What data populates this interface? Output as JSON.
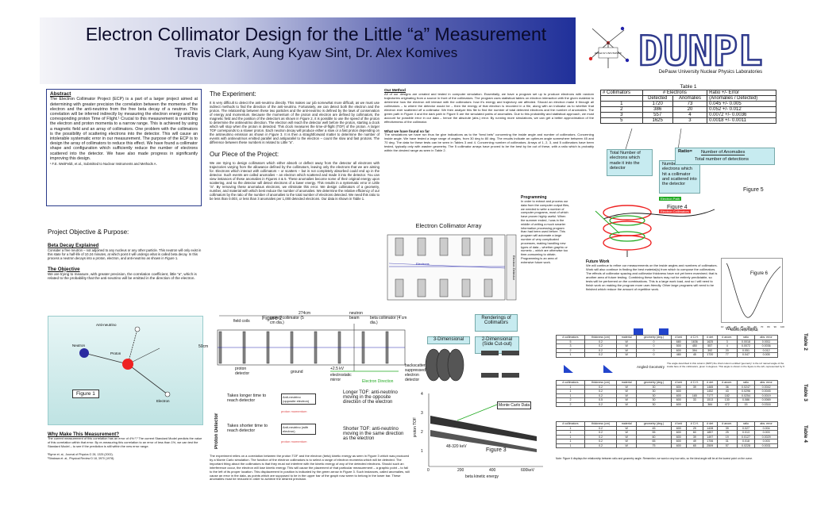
{
  "header": {
    "title": "Electron Collimator Design for the Little “a” Measurement",
    "authors": "Travis Clark, Aung Kyaw Sint, Dr. Alex Komives",
    "logo_text": "DUNPL",
    "lab_name": "DePauw University Nuclear Physics Laboratories",
    "emblem_text": "DEPAUW UNIVERSITY"
  },
  "abstract": {
    "heading": "Abstract",
    "body": "The Electron Collimator Project (ECP) is a part of a larger project aimed at determining with greater precision the correlation between the momenta of the electron and the anti-neutrino from the free beta decay of a neutron. This correlation will be inferred indirectly by measuring the electron energy and the corresponding proton Time of Flight.¹ Crucial to this measurement is restricting the electron and proton momenta to a narrow range. This is achieved by using a magnetic field and an array of collimators. One problem with the collimators is the possibility of scattering electrons into the detector. This will cause an intolerable systematic error in our measurement. The purpose of the ECP is to design the array of collimators to reduce this effect. We have found a collimator shape and configuration which sufficiently reduce the number of electrons scattered into the detector. We have also made progress in significantly improving this design.",
    "footnote": "¹ F.E. WeitFeldt, et al., Submitted to Nuclear Instruments and Methods A."
  },
  "objective": {
    "heading": "Project Objective & Purpose:",
    "beta_heading": "Beta Decay Explained",
    "beta_body": "Consider a free neutron – not adjoined to any nucleus or any other particle. This neutron will only exist in this state for a half-life of 10.24 minutes, at which point it will undergo what is called beta decay. In this process a neutron decays into a proton, electron, and anti-neutrino as shown in Figure 1.",
    "obj_heading": "The Objective",
    "obj_body": "We are trying to measure, with greater precision, the correlation coefficient, little “a”, which is related to the probability that the anti-neutrino will be emitted in the direction of the electron.",
    "fig1_labels": [
      "Anti-neutrino",
      "Neutron",
      "Proton",
      "Electron"
    ],
    "fig1_caption": "Figure 1",
    "why_heading": "Why Make This Measurement?",
    "why_body": "The current measurement of this correlation has an error of 4%.²,³ The current Standard Model predicts the value of this correlation within that error. By re-measuring this correlation to an error of less than 1%, we can test the Standard Model – to see if the prediction is still within the new error range.",
    "refs": [
      "²Byrne et. al., Journal of Physics G 28, 1325 (2002).",
      "³Stratowa et. al., Physical Review D 18, 3970 (1978)."
    ]
  },
  "experiment": {
    "heading": "The Experiment:",
    "body": "It is very difficult to detect the anti-neutrino directly. This makes our job somewhat more difficult, as we must use indirect methods to find the direction of the anti-neutrino. Fortunately, we can detect both the electron and the proton. The relationship between these two particles and the anti-neutrino is defined by the laws of conservation of energy and momentum. Because the momentum of the proton and electron are defined by collimators, the magnetic field and the position of the detectors as shown in Figure 2, it is possible to use the speed of the proton to determine the antineutrino direction. The electron will reach the detector well before the proton, starting a clock which will stop when the proton is detected. This clock measures the time-of-flight (TOF) of the proton. A larger TOF corresponds to a slower proton. Each neutron decay will produce either a slow or a fast proton depending on the antineutrino emission as shown in Figure 3. It is then a straightforward matter to determine the number of events with antineutrinos emitted parallel and antiparallel to the electron – count the slow and fast protons. The difference between these numbers is related to Little “a”.",
    "piece_heading": "Our Piece of the Project:",
    "piece_body": "We are trying to design collimators which either absorb or deflect away from the detector all electrons with trajectories varying from the allowance defined by the collimators, leaving only the electrons that we are aiming for. Electrons which interact with collimators – or scatters – but is not completely absorbed could end up in the detector. Such events are called anomalies – an electron which scattered and made it into the detector. You can view instances of these anomalies in Figures 4 & 5. These anomalies become some of their original energy upon scattering, and so the detector will detect electrons of a lower energy. This results in a systematic error in Little “a”. By removing these anomalous electrons, we eliminate this error. We design collimators of a geometry, number, and material with which best reduce the number of anomalies. We determine the relative efficiency of our collimators by the ratio of the number of anomalies to the total number of electrons detected. We need this ratio to be less than 0.003, or less than 3 anomalies per 1,000 detected electrons. Our data is shown in Table 1."
  },
  "method": {
    "heading": "Our Method",
    "body": "All of our designs are created and tested in computer simulation. Essentially, we have a program set up to produce electrons with random trajectories originating from a source in front of the collimators. The program uses statistical tables on electron interaction with the given material to determine how the electron will interact with the collimators: how it's energy and trajectory are affected. Should an electron make it through all collimators – to where the detector would be – then the energy of that electron is recorded in a file, along with an indicator as to whether that electron ever scattered off a collimator. We then analyze this file to find the number of total detected electrons and the number of anomalies. The green path in Figure 4 and the dark path in Figure 5 are the simulated paths of anomalies. Due to this probability and statistical approach, we must account for possible error in our data – hence the absolute (abs.) error. By running more simulations, we can get a better approximation of the effectiveness of the collimator.",
    "found_heading": "What we have found so far",
    "found_body": "The simulations we have run thus far give indications as to the “best bets” concerning the inside angle and number of collimators. Concerning inside angle. We have tested a large range of angles, from 30 deg to 80 deg. The results indicate an optimum angle somewhere between 45 and 70 deg. The data for these tests can be seen in Tables 3 and 4. Concerning number of collimators. Arrays of 1, 2, 3, and 5 collimators have been tested, typically only with washer geometry. The 5 collimator arrays have proved to be the best by far out of these, with a ratio which is probably within the desired range as seen in Table 2."
  },
  "table1": {
    "caption": "Table 1",
    "headers": [
      "# Collimators",
      "# Electrons",
      "Ratio +/- Error"
    ],
    "subheaders": [
      "",
      "Detected",
      "Anomalies",
      "(Anomalies / Detected)"
    ],
    "rows": [
      [
        "1",
        "1720",
        "73",
        "0.045 +/- 0.005"
      ],
      [
        "2",
        "386",
        "20",
        "0.052 +/- 0.012"
      ],
      [
        "3",
        "557",
        "4",
        "0.0072 +/- 0.0036"
      ],
      [
        "5",
        "1625",
        "3",
        "0.0018 +/- 0.0011"
      ]
    ],
    "note_total": "Total Number of electrons which made it into the detector",
    "note_collimator": "Number of electrons which hit a collimator and scattered into the detector",
    "ratio_label": "Ratio=",
    "ratio_num": "Number of Anomalies",
    "ratio_den": "Total number of detections"
  },
  "programming": {
    "heading": "Programming",
    "body": "In order to extract and process our data from the computer output files, we needed to write a number of computer programs, most of which have proven highly useful. When the summer ended, I was in the middle of writing a much smarter information processing program than had been used before. This program will automate a large number of very complicated processes, making handling new types of data – whether graphic or numeric – which are otherwise too time-consuming to obtain. Programming is an area of extensive future work."
  },
  "future": {
    "heading": "Future Work",
    "body": "We will continue to refine our measurements on the inside angles and numbers of collimators. Work will also continue in finding the best material(s) from which to compose the collimators. The effects of collimator spacing and collimator thickness have not yet been examined; that is another area of future testing. Combining these factors may not be entirely predictable, so tests will be performed on the combinations. This is a large work load, and so I will need to finish work on making the program more user-friendly. Other large programs will need to be finished which reduce the amount of repetitive work."
  },
  "figures": {
    "array_title": "Electron Collimator Array",
    "array_side": "Electron Detector",
    "array_electrons": "Electrons",
    "fig4": "Figure 4",
    "fig5": "Figure 5",
    "fig5_tags": [
      "Electron Path",
      "Electron Collimators"
    ],
    "fig6": "Figure 6",
    "fig6_xlabel": "Geometry angle (degrees)",
    "fig6_ticks": [
      "10",
      "20",
      "30",
      "40",
      "50",
      "60",
      "70",
      "80",
      "90",
      "100"
    ],
    "fig2": "Figure 2",
    "fig2_labels": {
      "dim_top": "274cm",
      "dim_side": "50cm",
      "field_coils": "field coils",
      "proton_coll": "proton collimator (5 cm dia.)",
      "neutron_beam": "neutron beam",
      "beta_coll": "beta collimator (4 cm dia.)",
      "proton_det": "proton detector",
      "ground": "ground",
      "kv": "+2.5 kV",
      "mirror": "electrostatic mirror",
      "e_dir": "Electron Direction",
      "backscatter": "backscatter suppressed electron detector"
    },
    "renderings": "Renderings of Collimators",
    "three_d": "3-Dimensional",
    "two_d": "2-Dimensional (Side Cut-out)",
    "washer": "Washer Geometry",
    "angled": "Angled Geometry",
    "angled_note": "The angle described in this column (DWT) the chart column entitled 'geometry' is the ref named angle of the inside face of the collimators, given in degrees. This angle is shown in the figure to the left, represented by θ."
  },
  "fig3": {
    "caption": "Figure 3",
    "mc": "Monte Carlo Data",
    "energy": "48-320 keV",
    "xlabel": "beta kinetic energy",
    "ylabel": "proton TOF",
    "xticks": [
      "0",
      "200",
      "400",
      "600keV"
    ],
    "yticks": [
      "4",
      "3",
      "2",
      "1"
    ],
    "side": "Proton Detector",
    "longer": "Takes longer time to reach detector",
    "shorter": "Takes shorter time to reach detector",
    "anti_opp": "Anti-neutrino (opposite electron)",
    "anti_with": "Anti-neutrino (with electron)",
    "proton_momentum": "proton momentum",
    "longer_tof": "Longer TOF: anti-neutrino moving in the opposite direction of the electron",
    "shorter_tof": "Shorter TOF: anti-neutrino moving in the same direction as the electron",
    "bottom_text": "The experiment relies on a correlation between the proton TOF and the electron (beta) kinetic energy as seen in Figure 3 which was produced by a Monte Carlo simulation. The function of the electron collimators is to select a range of electron momenta which will be detected. The important thing about the collimators is that they must not interfere with the kinetic energy of any of the detected electrons. Should such an interference occur, the electron will lose kinetic energy. This will cause the placement of that particular measurement – a graphic point – to fall to the left of its proper location. This displacement in position is indicated by the green arrow in Figure 3. Such instances, called anomalies, will cause an error in the data, as points which are supposed to be in the upper bar of the graph now seem to belong in the lower bar. These anomalies must be reduced in order to achieve the desired precision."
  },
  "tables": {
    "headers": [
      "# collimators",
      "thickness (cm)",
      "material",
      "geometry (deg.)",
      "# ke#",
      "# C.H.",
      "# det",
      "# anom.",
      "ratio",
      "abs. error"
    ],
    "table2": {
      "label": "Table 2",
      "rows": [
        [
          "5",
          "0.2",
          "W",
          "0",
          "680",
          "1636",
          "1625",
          "3",
          "0.0018",
          "0.0011"
        ],
        [
          "3",
          "0.2",
          "W",
          "0",
          "500",
          "450",
          "557",
          "4",
          "0.0072",
          "0.0036"
        ],
        [
          "2",
          "0.2",
          "W",
          "0",
          "600",
          "394",
          "392",
          "20",
          "0.051",
          "0.012"
        ],
        [
          "1",
          "0.2",
          "W",
          "0",
          "480",
          "45",
          "1720",
          "77",
          "0.047",
          "0.005"
        ]
      ]
    },
    "table3": {
      "label": "Table 3",
      "rows": [
        [
          "1",
          "0.2",
          "W",
          "30",
          "600",
          "39",
          "1465",
          "36",
          "0.0247",
          "0.0042"
        ],
        [
          "1",
          "0.2",
          "W",
          "30",
          "600",
          "",
          "1452",
          "43",
          "0.0296",
          "0.0045"
        ],
        [
          "1",
          "0.2",
          "W",
          "30",
          "600",
          "165",
          "7177",
          "182",
          "0.0254",
          "0.0019"
        ],
        [
          "2",
          "0.5",
          "W",
          "30",
          "600",
          "33",
          "1513",
          "130",
          "0.086",
          "0.0069"
        ],
        [
          "2",
          "0.2",
          "W",
          "30",
          "600",
          "",
          "384",
          "472",
          "15",
          "0.0316"
        ]
      ]
    },
    "table4": {
      "label": "Table 4",
      "rows": [
        [
          "1",
          "0.2",
          "W",
          "45",
          "600",
          "29",
          "1428",
          "39",
          "0.027",
          "0.004"
        ],
        [
          "1",
          "0.2",
          "W",
          "55",
          "600",
          "60",
          "1857",
          "25",
          "0.013",
          "0.003"
        ],
        [
          "1",
          "0.2",
          "W",
          "60",
          "600",
          "39",
          "1497",
          "19",
          "0.0127",
          "0.0029"
        ],
        [
          "1",
          "0.2",
          "W",
          "65",
          "600",
          "49",
          "1706",
          "31",
          "0.018",
          "0.003"
        ],
        [
          "1",
          "0.2",
          "W",
          "75",
          "600",
          "65",
          "2509",
          "57",
          "0.0228",
          "0.0031"
        ]
      ]
    },
    "note": "Note: Figure 6 displays the relationship between ratio and geometry angle. Remember, we want a very low ratio, so the ideal angle will be at the lowest point on the curve."
  }
}
